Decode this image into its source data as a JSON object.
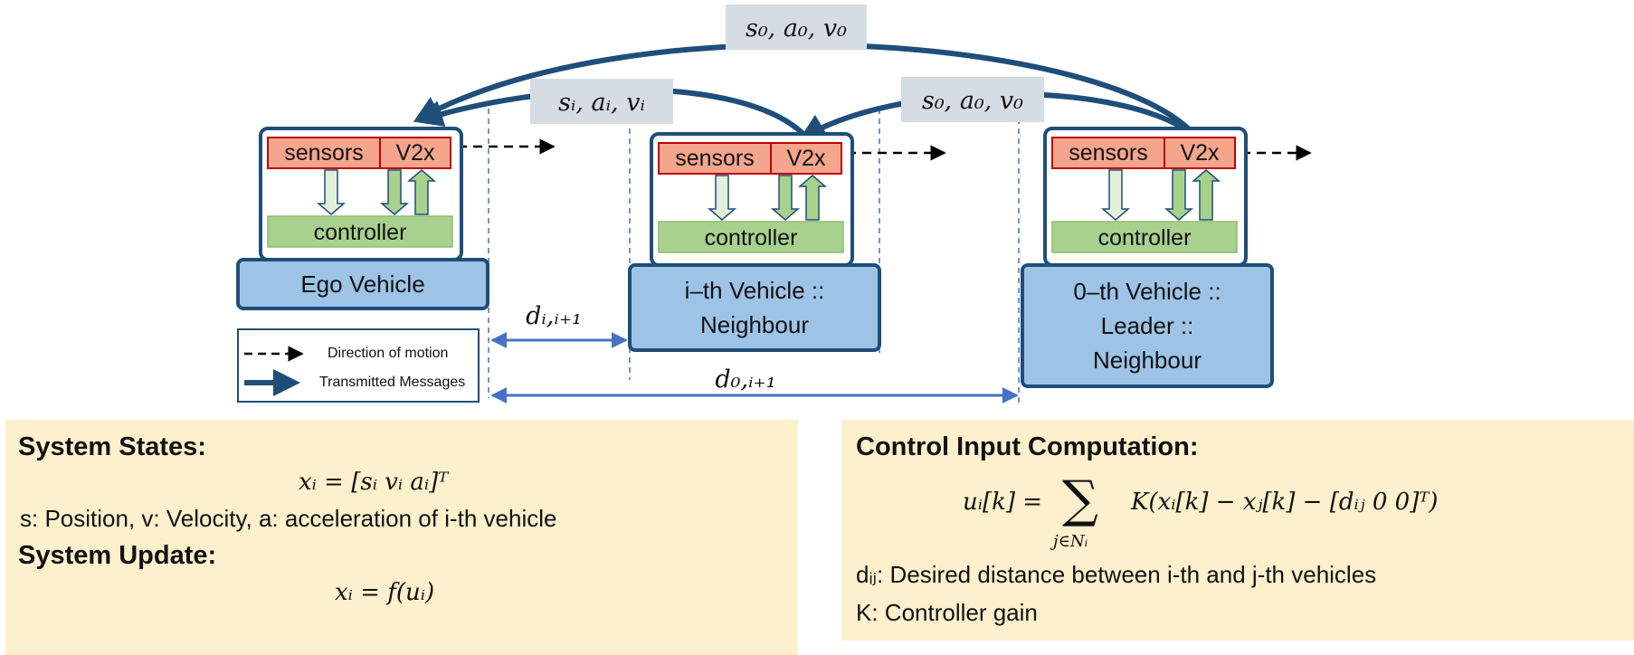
{
  "vehicles": [
    {
      "name_lines": [
        "Ego Vehicle"
      ],
      "sensors_label": "sensors",
      "v2x_label": "V2x",
      "controller_label": "controller"
    },
    {
      "name_lines": [
        "i–th Vehicle ::",
        "Neighbour"
      ],
      "sensors_label": "sensors",
      "v2x_label": "V2x",
      "controller_label": "controller"
    },
    {
      "name_lines": [
        "0–th Vehicle ::",
        "Leader ::",
        "Neighbour"
      ],
      "sensors_label": "sensors",
      "v2x_label": "V2x",
      "controller_label": "controller"
    }
  ],
  "messages": {
    "top": "s₀, a₀, v₀",
    "mid_left": "sᵢ, aᵢ, vᵢ",
    "mid_right": "s₀, a₀, v₀"
  },
  "distances": {
    "d_i": "dᵢ,ᵢ₊₁",
    "d_0": "d₀,ᵢ₊₁"
  },
  "legend": {
    "motion": "Direction of motion",
    "transmitted": "Transmitted Messages"
  },
  "system_panel": {
    "states_heading": "System States:",
    "states_eq": "xᵢ = [sᵢ  vᵢ  aᵢ]ᵀ",
    "states_desc": "s: Position, v: Velocity, a: acceleration of i-th vehicle",
    "update_heading": "System Update:",
    "update_eq": "xᵢ = f(uᵢ)"
  },
  "control_panel": {
    "heading": "Control Input Computation:",
    "eq_lhs": "uᵢ[k] =",
    "eq_sum": "∑",
    "eq_sum_sub": "j∈Nᵢ",
    "eq_rhs": "K(xᵢ[k] − xⱼ[k] − [dᵢⱼ  0  0]ᵀ)",
    "desc_d": "dᵢⱼ: Desired distance between i-th and j-th vehicles",
    "desc_k": "K: Controller gain"
  },
  "colors": {
    "box_border": "#1f4e79",
    "vehicle_fill": "#9dc3e6",
    "sensor_fill": "#f4a58c",
    "sensor_border": "#c00000",
    "controller_fill": "#a9d18e",
    "arrow": "#1f4e79",
    "distance_arrow": "#4472c4",
    "label_bg": "#d6dce4",
    "panel_bg": "#fdf0cc"
  }
}
